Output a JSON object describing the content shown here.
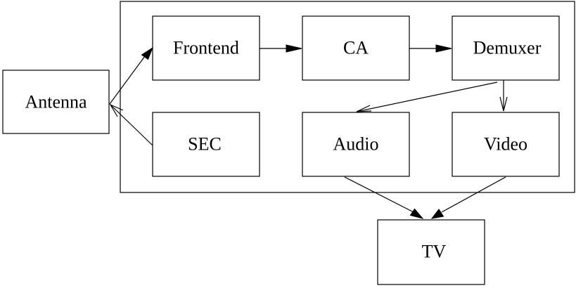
{
  "nodes": {
    "antenna": "Antenna",
    "frontend": "Frontend",
    "ca": "CA",
    "demuxer": "Demuxer",
    "sec": "SEC",
    "audio": "Audio",
    "video": "Video",
    "tv": "TV"
  }
}
